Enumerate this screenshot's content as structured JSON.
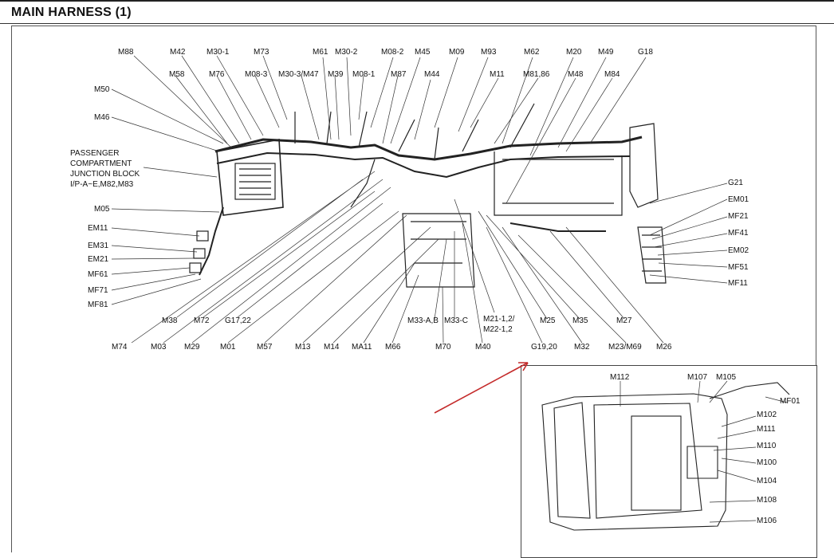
{
  "title": "MAIN HARNESS (1)",
  "junction_block": [
    "PASSENGER",
    "COMPARTMENT",
    "JUNCTION BLOCK",
    "I/P-A~E,M82,M83"
  ],
  "top_labels": [
    "M88",
    "M42",
    "M30-1",
    "M73",
    "M61",
    "M30-2",
    "M08-2",
    "M45",
    "M09",
    "M93",
    "M62",
    "M20",
    "M49",
    "G18"
  ],
  "second_labels": [
    "M58",
    "M76",
    "M08-3",
    "M30-3/M47",
    "M39",
    "M08-1",
    "M87",
    "M44",
    "M11",
    "M81,86",
    "M48",
    "M84"
  ],
  "left_labels": [
    "M50",
    "M46",
    "M05",
    "EM11",
    "EM31",
    "EM21",
    "MF61",
    "MF71",
    "MF81"
  ],
  "right_labels": [
    "G21",
    "EM01",
    "MF21",
    "MF41",
    "EM02",
    "MF51",
    "MF11"
  ],
  "bottom_row1": [
    "M38",
    "M72",
    "G17,22",
    "M33-A,B",
    "M33-C",
    "M21-1,2/",
    "M22-1,2",
    "M25",
    "M35",
    "M27"
  ],
  "bottom_row2": [
    "M74",
    "M03",
    "M29",
    "M01",
    "M57",
    "M13",
    "M14",
    "MA11",
    "M66",
    "M70",
    "M40",
    "G19,20",
    "M32",
    "M23/M69",
    "M26"
  ],
  "inset_labels": [
    "M112",
    "M107",
    "M105",
    "MF01",
    "M102",
    "M111",
    "M110",
    "M100",
    "M104",
    "M108",
    "M106"
  ],
  "colors": {
    "arrow": "#c42a2a",
    "ink": "#111111"
  }
}
